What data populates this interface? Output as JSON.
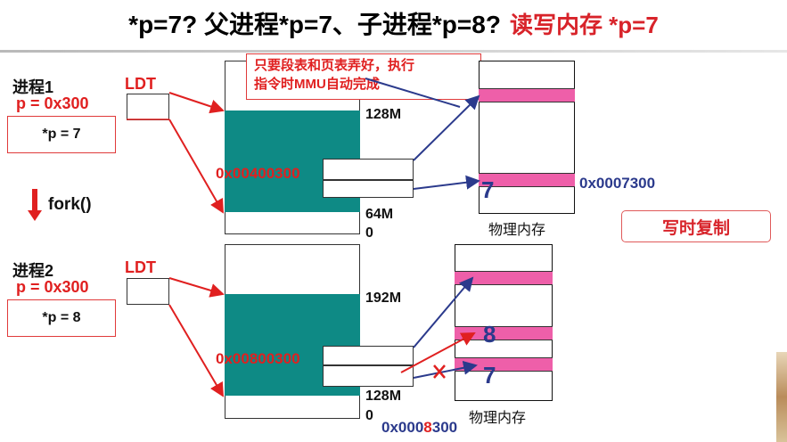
{
  "title": {
    "main": "*p=7? 父进程*p=7、子进程*p=8?",
    "accent": "读写内存 *p=7"
  },
  "process1": {
    "name": "进程1",
    "p_value": "p = 0x300",
    "deref": "*p = 7",
    "ldt": "LDT"
  },
  "process2": {
    "name": "进程2",
    "p_value": "p = 0x300",
    "deref": "*p = 8",
    "ldt": "LDT"
  },
  "fork_label": "fork()",
  "callout": {
    "line1": "只要段表和页表弄好，执行",
    "line2": "指令时MMU自动完成"
  },
  "seg1": {
    "top": "128M",
    "addr": "0x00400300",
    "base": "64M",
    "zero": "0"
  },
  "seg2": {
    "top": "192M",
    "addr": "0x00800300",
    "base": "128M",
    "zero": "0"
  },
  "mem1": {
    "label": "物理内存",
    "value": "7",
    "phys_addr": "0x0007300"
  },
  "mem2": {
    "label": "物理内存",
    "new_value": "8",
    "old_value": "7",
    "phys_addr_prefix": "0x000",
    "phys_addr_red": "8",
    "phys_addr_suffix": "300"
  },
  "cow_button": "写时复制",
  "colors": {
    "red": "#e02020",
    "blue": "#2b3a8c",
    "teal": "#0e8a85",
    "pink": "#ee5fa9"
  }
}
